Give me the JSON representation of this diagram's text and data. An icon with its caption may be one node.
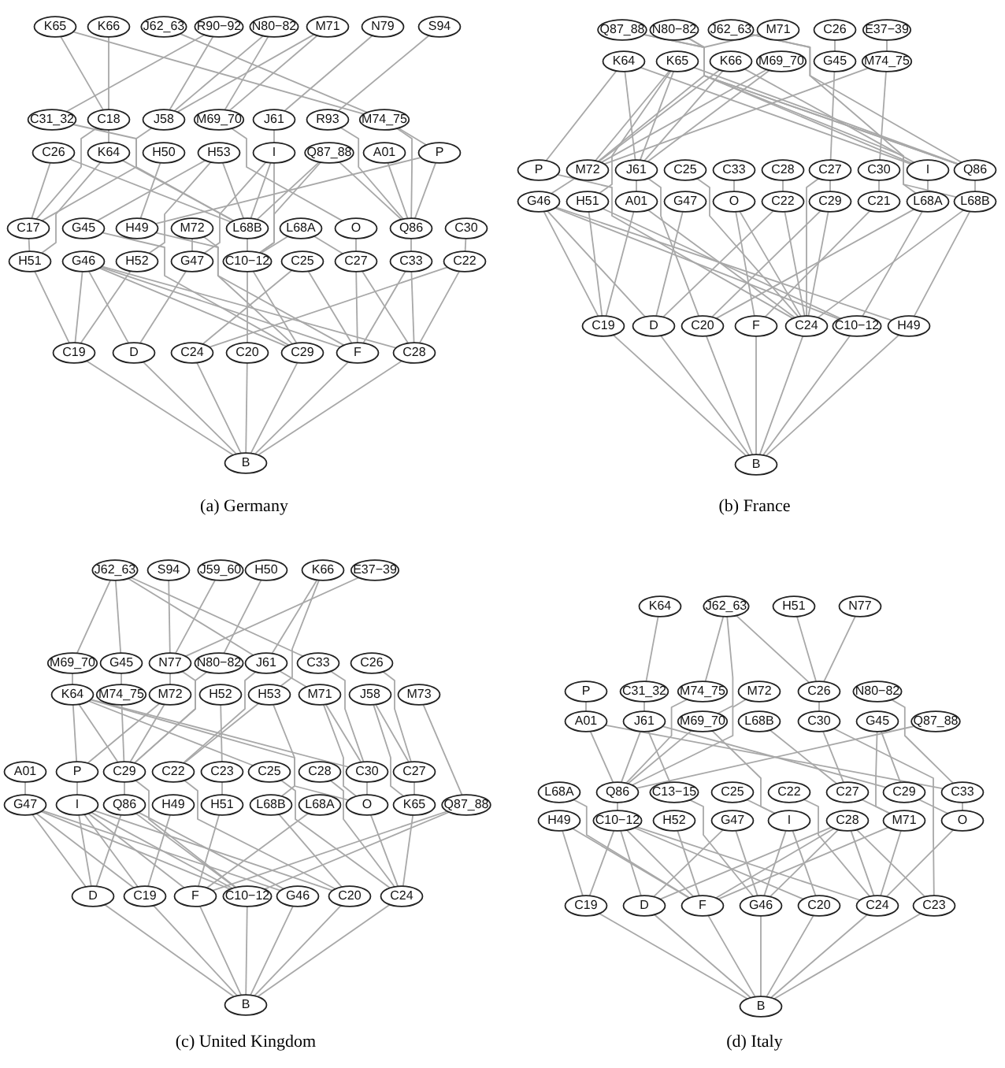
{
  "diagram": {
    "nodes": [
      {
        "text": [
          "K65"
        ]
      },
      {
        "text": [
          "K66"
        ]
      },
      {
        "text": [
          "J62_63"
        ]
      },
      {
        "text": [
          "R90−92"
        ]
      },
      {
        "text": [
          "N80−82"
        ]
      },
      {
        "text": [
          "M71"
        ]
      },
      {
        "text": [
          "N79"
        ]
      },
      {
        "text": [
          "S94"
        ]
      },
      {
        "text": [
          "C31_32"
        ]
      },
      {
        "text": [
          "C18"
        ]
      },
      {
        "text": [
          "J58"
        ]
      },
      {
        "text": [
          "M69_70"
        ]
      },
      {
        "text": [
          "J61"
        ]
      },
      {
        "text": [
          "R93"
        ]
      },
      {
        "text": [
          "M74_75"
        ]
      },
      {
        "text": [
          "C26"
        ]
      },
      {
        "text": [
          "K64"
        ]
      },
      {
        "text": [
          "H50"
        ]
      },
      {
        "text": [
          "H53"
        ]
      },
      {
        "text": [
          "I"
        ]
      },
      {
        "text": [
          "Q87_88"
        ]
      },
      {
        "text": [
          "A01"
        ]
      },
      {
        "text": [
          "P"
        ]
      },
      {
        "text": [
          "C17"
        ]
      },
      {
        "text": [
          "G45"
        ]
      },
      {
        "text": [
          "H49"
        ]
      },
      {
        "text": [
          "M72"
        ]
      },
      {
        "text": [
          "L68B"
        ]
      },
      {
        "text": [
          "L68A"
        ]
      },
      {
        "text": [
          "O"
        ]
      },
      {
        "text": [
          "Q86"
        ]
      },
      {
        "text": [
          "C30"
        ]
      },
      {
        "text": [
          "H51"
        ]
      },
      {
        "text": [
          "G46"
        ]
      },
      {
        "text": [
          "H52"
        ]
      },
      {
        "text": [
          "G47"
        ]
      },
      {
        "text": [
          "C10−12"
        ]
      },
      {
        "text": [
          "C25"
        ]
      },
      {
        "text": [
          "C27"
        ]
      },
      {
        "text": [
          "C33"
        ]
      },
      {
        "text": [
          "C22"
        ]
      },
      {
        "text": [
          "C19"
        ]
      },
      {
        "text": [
          "D"
        ]
      },
      {
        "text": [
          "C24"
        ]
      },
      {
        "text": [
          "C20"
        ]
      },
      {
        "text": [
          "C29"
        ]
      },
      {
        "text": [
          "F"
        ]
      },
      {
        "text": [
          "C28"
        ]
      },
      {
        "text": [
          "B"
        ]
      },
      {
        "text": [
          "Q87_88"
        ]
      },
      {
        "text": [
          "N80−82"
        ]
      },
      {
        "text": [
          "J62_63"
        ]
      },
      {
        "text": [
          "M71"
        ]
      },
      {
        "text": [
          "C26"
        ]
      },
      {
        "text": [
          "E37−39"
        ]
      },
      {
        "text": [
          "K64"
        ]
      },
      {
        "text": [
          "K65"
        ]
      },
      {
        "text": [
          "K66"
        ]
      },
      {
        "text": [
          "M69_70"
        ]
      },
      {
        "text": [
          "G45"
        ]
      },
      {
        "text": [
          "M74_75"
        ]
      },
      {
        "text": [
          "P"
        ]
      },
      {
        "text": [
          "M72"
        ]
      },
      {
        "text": [
          "J61"
        ]
      },
      {
        "text": [
          "C25"
        ]
      },
      {
        "text": [
          "C33"
        ]
      },
      {
        "text": [
          "C28"
        ]
      },
      {
        "text": [
          "C27"
        ]
      },
      {
        "text": [
          "C30"
        ]
      },
      {
        "text": [
          "I"
        ]
      },
      {
        "text": [
          "Q86"
        ]
      },
      {
        "text": [
          "G46"
        ]
      },
      {
        "text": [
          "H51"
        ]
      },
      {
        "text": [
          "A01"
        ]
      },
      {
        "text": [
          "G47"
        ]
      },
      {
        "text": [
          "O"
        ]
      },
      {
        "text": [
          "C22"
        ]
      },
      {
        "text": [
          "C29"
        ]
      },
      {
        "text": [
          "C21"
        ]
      },
      {
        "text": [
          "L68A"
        ]
      },
      {
        "text": [
          "L68B"
        ]
      },
      {
        "text": [
          "C19"
        ]
      },
      {
        "text": [
          "D"
        ]
      },
      {
        "text": [
          "C20"
        ]
      },
      {
        "text": [
          "F"
        ]
      },
      {
        "text": [
          "C24"
        ]
      },
      {
        "text": [
          "C10−12"
        ]
      },
      {
        "text": [
          "H49"
        ]
      },
      {
        "text": [
          "B"
        ]
      },
      {
        "text": [
          "J62_63"
        ]
      },
      {
        "text": [
          "S94"
        ]
      },
      {
        "text": [
          "J59_60"
        ]
      },
      {
        "text": [
          "H50"
        ]
      },
      {
        "text": [
          "K66"
        ]
      },
      {
        "text": [
          "E37−39"
        ]
      },
      {
        "text": [
          "M69_70"
        ]
      },
      {
        "text": [
          "G45"
        ]
      },
      {
        "text": [
          "N77"
        ]
      },
      {
        "text": [
          "N80−82"
        ]
      },
      {
        "text": [
          "J61"
        ]
      },
      {
        "text": [
          "C33"
        ]
      },
      {
        "text": [
          "C26"
        ]
      },
      {
        "text": [
          "K64"
        ]
      },
      {
        "text": [
          "M74_75"
        ]
      },
      {
        "text": [
          "M72"
        ]
      },
      {
        "text": [
          "H52"
        ]
      },
      {
        "text": [
          "H53"
        ]
      },
      {
        "text": [
          "M71"
        ]
      },
      {
        "text": [
          "J58"
        ]
      },
      {
        "text": [
          "M73"
        ]
      },
      {
        "text": [
          "A01"
        ]
      },
      {
        "text": [
          "P"
        ]
      },
      {
        "text": [
          "C29"
        ]
      },
      {
        "text": [
          "C22"
        ]
      },
      {
        "text": [
          "C23"
        ]
      },
      {
        "text": [
          "C25"
        ]
      },
      {
        "text": [
          "C28"
        ]
      },
      {
        "text": [
          "C30"
        ]
      },
      {
        "text": [
          "C27"
        ]
      },
      {
        "text": [
          "G47"
        ]
      },
      {
        "text": [
          "I"
        ]
      },
      {
        "text": [
          "Q86"
        ]
      },
      {
        "text": [
          "H49"
        ]
      },
      {
        "text": [
          "H51"
        ]
      },
      {
        "text": [
          "L68B"
        ]
      },
      {
        "text": [
          "L68A"
        ]
      },
      {
        "text": [
          "O"
        ]
      },
      {
        "text": [
          "K65"
        ]
      },
      {
        "text": [
          "Q87_88"
        ]
      },
      {
        "text": [
          "D"
        ]
      },
      {
        "text": [
          "C19"
        ]
      },
      {
        "text": [
          "F"
        ]
      },
      {
        "text": [
          "C10−12"
        ]
      },
      {
        "text": [
          "G46"
        ]
      },
      {
        "text": [
          "C20"
        ]
      },
      {
        "text": [
          "C24"
        ]
      },
      {
        "text": [
          "B"
        ]
      },
      {
        "text": [
          "K64"
        ]
      },
      {
        "text": [
          "J62_63"
        ]
      },
      {
        "text": [
          "H51"
        ]
      },
      {
        "text": [
          "N77"
        ]
      },
      {
        "text": [
          "P"
        ]
      },
      {
        "text": [
          "C31_32"
        ]
      },
      {
        "text": [
          "M74_75"
        ]
      },
      {
        "text": [
          "M72"
        ]
      },
      {
        "text": [
          "C26"
        ]
      },
      {
        "text": [
          "N80−82"
        ]
      },
      {
        "text": [
          "A01"
        ]
      },
      {
        "text": [
          "J61"
        ]
      },
      {
        "text": [
          "M69_70"
        ]
      },
      {
        "text": [
          "L68B"
        ]
      },
      {
        "text": [
          "C30"
        ]
      },
      {
        "text": [
          "G45"
        ]
      },
      {
        "text": [
          "Q87_88"
        ]
      },
      {
        "text": [
          "L68A"
        ]
      },
      {
        "text": [
          "Q86"
        ]
      },
      {
        "text": [
          "C13−15"
        ]
      },
      {
        "text": [
          "C25"
        ]
      },
      {
        "text": [
          "C22"
        ]
      },
      {
        "text": [
          "C27"
        ]
      },
      {
        "text": [
          "C29"
        ]
      },
      {
        "text": [
          "C33"
        ]
      },
      {
        "text": [
          "H49"
        ]
      },
      {
        "text": [
          "C10−12"
        ]
      },
      {
        "text": [
          "H52"
        ]
      },
      {
        "text": [
          "G47"
        ]
      },
      {
        "text": [
          "I"
        ]
      },
      {
        "text": [
          "C28"
        ]
      },
      {
        "text": [
          "M71"
        ]
      },
      {
        "text": [
          "O"
        ]
      },
      {
        "text": [
          "C19"
        ]
      },
      {
        "text": [
          "D"
        ]
      },
      {
        "text": [
          "F"
        ]
      },
      {
        "text": [
          "G46"
        ]
      },
      {
        "text": [
          "C20"
        ]
      },
      {
        "text": [
          "C24"
        ]
      },
      {
        "text": [
          "C23"
        ]
      },
      {
        "text": [
          "B"
        ]
      }
    ],
    "edges": [
      {
        "from": 0,
        "to": 9,
        "arrow": "none"
      },
      {
        "from": 0,
        "to": 14,
        "arrow": "none"
      },
      {
        "from": 1,
        "to": 9,
        "arrow": "none"
      },
      {
        "from": 2,
        "to": 14,
        "arrow": "none"
      },
      {
        "from": 3,
        "to": 8,
        "arrow": "none"
      },
      {
        "from": 3,
        "to": 10,
        "arrow": "none"
      },
      {
        "from": 4,
        "to": 10,
        "arrow": "none"
      },
      {
        "from": 4,
        "to": 11,
        "arrow": "none"
      },
      {
        "from": 5,
        "to": 10,
        "arrow": "none"
      },
      {
        "from": 5,
        "to": 11,
        "arrow": "none"
      },
      {
        "from": 6,
        "to": 12,
        "arrow": "none"
      },
      {
        "from": 7,
        "to": 13,
        "arrow": "none"
      },
      {
        "from": 8,
        "to": 27,
        "arrow": "none"
      },
      {
        "from": 9,
        "to": 16,
        "arrow": "none"
      },
      {
        "from": 9,
        "to": 23,
        "arrow": "none"
      },
      {
        "from": 10,
        "to": 23,
        "arrow": "none"
      },
      {
        "from": 11,
        "to": 29,
        "arrow": "none"
      },
      {
        "from": 12,
        "to": 19,
        "arrow": "none"
      },
      {
        "from": 13,
        "to": 30,
        "arrow": "none"
      },
      {
        "from": 14,
        "to": 22,
        "arrow": "none"
      },
      {
        "from": 14,
        "to": 30,
        "arrow": "none"
      },
      {
        "from": 15,
        "to": 23,
        "arrow": "none"
      },
      {
        "from": 15,
        "to": 27,
        "arrow": "none"
      },
      {
        "from": 16,
        "to": 27,
        "arrow": "none"
      },
      {
        "from": 16,
        "to": 32,
        "arrow": "none"
      },
      {
        "from": 17,
        "to": 25,
        "arrow": "none"
      },
      {
        "from": 18,
        "to": 24,
        "arrow": "none"
      },
      {
        "from": 18,
        "to": 27,
        "arrow": "none"
      },
      {
        "from": 18,
        "to": 34,
        "arrow": "none"
      },
      {
        "from": 19,
        "to": 27,
        "arrow": "none"
      },
      {
        "from": 19,
        "to": 36,
        "arrow": "none"
      },
      {
        "from": 19,
        "to": 35,
        "arrow": "none"
      },
      {
        "from": 20,
        "to": 27,
        "arrow": "none"
      },
      {
        "from": 20,
        "to": 36,
        "arrow": "none"
      },
      {
        "from": 20,
        "to": 30,
        "arrow": "none"
      },
      {
        "from": 21,
        "to": 30,
        "arrow": "none"
      },
      {
        "from": 22,
        "to": 30,
        "arrow": "none"
      },
      {
        "from": 22,
        "to": 25,
        "arrow": "none"
      },
      {
        "from": 23,
        "to": 32,
        "arrow": "none"
      },
      {
        "from": 24,
        "to": 45,
        "arrow": "none"
      },
      {
        "from": 25,
        "to": 46,
        "arrow": "none"
      },
      {
        "from": 26,
        "to": 35,
        "arrow": "none"
      },
      {
        "from": 26,
        "to": 45,
        "arrow": "none"
      },
      {
        "from": 27,
        "to": 36,
        "arrow": "none"
      },
      {
        "from": 28,
        "to": 38,
        "arrow": "none"
      },
      {
        "from": 28,
        "to": 36,
        "arrow": "none"
      },
      {
        "from": 29,
        "to": 38,
        "arrow": "none"
      },
      {
        "from": 30,
        "to": 39,
        "arrow": "none"
      },
      {
        "from": 31,
        "to": 40,
        "arrow": "none"
      },
      {
        "from": 32,
        "to": 41,
        "arrow": "none"
      },
      {
        "from": 33,
        "to": 41,
        "arrow": "none"
      },
      {
        "from": 33,
        "to": 42,
        "arrow": "none"
      },
      {
        "from": 33,
        "to": 45,
        "arrow": "none"
      },
      {
        "from": 33,
        "to": 46,
        "arrow": "none"
      },
      {
        "from": 33,
        "to": 47,
        "arrow": "none"
      },
      {
        "from": 34,
        "to": 41,
        "arrow": "none"
      },
      {
        "from": 35,
        "to": 42,
        "arrow": "none"
      },
      {
        "from": 36,
        "to": 44,
        "arrow": "none"
      },
      {
        "from": 36,
        "to": 45,
        "arrow": "none"
      },
      {
        "from": 37,
        "to": 46,
        "arrow": "none"
      },
      {
        "from": 37,
        "to": 43,
        "arrow": "none"
      },
      {
        "from": 38,
        "to": 46,
        "arrow": "none"
      },
      {
        "from": 38,
        "to": 47,
        "arrow": "none"
      },
      {
        "from": 39,
        "to": 46,
        "arrow": "none"
      },
      {
        "from": 39,
        "to": 47,
        "arrow": "none"
      },
      {
        "from": 40,
        "to": 47,
        "arrow": "none"
      },
      {
        "from": 40,
        "to": 43,
        "arrow": "none"
      },
      {
        "from": 41,
        "to": 48,
        "arrow": "none"
      },
      {
        "from": 42,
        "to": 48,
        "arrow": "none"
      },
      {
        "from": 43,
        "to": 48,
        "arrow": "none"
      },
      {
        "from": 44,
        "to": 48,
        "arrow": "none"
      },
      {
        "from": 45,
        "to": 48,
        "arrow": "none"
      },
      {
        "from": 46,
        "to": 48,
        "arrow": "none"
      },
      {
        "from": 47,
        "to": 48,
        "arrow": "none"
      },
      {
        "from": 49,
        "to": 70,
        "arrow": "none"
      },
      {
        "from": 49,
        "to": 80,
        "arrow": "none"
      },
      {
        "from": 50,
        "to": 70,
        "arrow": "none"
      },
      {
        "from": 50,
        "to": 69,
        "arrow": "none"
      },
      {
        "from": 51,
        "to": 70,
        "arrow": "none"
      },
      {
        "from": 51,
        "to": 79,
        "arrow": "none"
      },
      {
        "from": 52,
        "to": 62,
        "arrow": "none"
      },
      {
        "from": 53,
        "to": 59,
        "arrow": "none"
      },
      {
        "from": 54,
        "to": 60,
        "arrow": "none"
      },
      {
        "from": 55,
        "to": 61,
        "arrow": "none"
      },
      {
        "from": 55,
        "to": 63,
        "arrow": "none"
      },
      {
        "from": 55,
        "to": 69,
        "arrow": "none"
      },
      {
        "from": 56,
        "to": 62,
        "arrow": "none"
      },
      {
        "from": 56,
        "to": 63,
        "arrow": "none"
      },
      {
        "from": 56,
        "to": 72,
        "arrow": "none"
      },
      {
        "from": 56,
        "to": 70,
        "arrow": "none"
      },
      {
        "from": 57,
        "to": 62,
        "arrow": "none"
      },
      {
        "from": 57,
        "to": 63,
        "arrow": "none"
      },
      {
        "from": 57,
        "to": 69,
        "arrow": "none"
      },
      {
        "from": 58,
        "to": 62,
        "arrow": "none"
      },
      {
        "from": 58,
        "to": 63,
        "arrow": "none"
      },
      {
        "from": 59,
        "to": 67,
        "arrow": "none"
      },
      {
        "from": 60,
        "to": 68,
        "arrow": "none"
      },
      {
        "from": 60,
        "to": 62,
        "arrow": "none"
      },
      {
        "from": 61,
        "to": 85,
        "arrow": "none"
      },
      {
        "from": 62,
        "to": 71,
        "arrow": "none"
      },
      {
        "from": 63,
        "to": 73,
        "arrow": "none"
      },
      {
        "from": 63,
        "to": 83,
        "arrow": "none"
      },
      {
        "from": 64,
        "to": 85,
        "arrow": "none"
      },
      {
        "from": 65,
        "to": 75,
        "arrow": "none"
      },
      {
        "from": 66,
        "to": 76,
        "arrow": "none"
      },
      {
        "from": 67,
        "to": 77,
        "arrow": "none"
      },
      {
        "from": 67,
        "to": 85,
        "arrow": "none"
      },
      {
        "from": 68,
        "to": 78,
        "arrow": "none"
      },
      {
        "from": 69,
        "to": 79,
        "arrow": "none"
      },
      {
        "from": 70,
        "to": 80,
        "arrow": "none"
      },
      {
        "from": 71,
        "to": 81,
        "arrow": "none"
      },
      {
        "from": 71,
        "to": 82,
        "arrow": "none"
      },
      {
        "from": 71,
        "to": 86,
        "arrow": "none"
      },
      {
        "from": 71,
        "to": 87,
        "arrow": "none"
      },
      {
        "from": 72,
        "to": 81,
        "arrow": "none"
      },
      {
        "from": 72,
        "to": 86,
        "arrow": "none"
      },
      {
        "from": 73,
        "to": 81,
        "arrow": "none"
      },
      {
        "from": 73,
        "to": 85,
        "arrow": "none"
      },
      {
        "from": 74,
        "to": 82,
        "arrow": "none"
      },
      {
        "from": 75,
        "to": 84,
        "arrow": "none"
      },
      {
        "from": 75,
        "to": 85,
        "arrow": "none"
      },
      {
        "from": 76,
        "to": 82,
        "arrow": "none"
      },
      {
        "from": 76,
        "to": 85,
        "arrow": "none"
      },
      {
        "from": 77,
        "to": 85,
        "arrow": "none"
      },
      {
        "from": 77,
        "to": 83,
        "arrow": "none"
      },
      {
        "from": 78,
        "to": 84,
        "arrow": "none"
      },
      {
        "from": 79,
        "to": 86,
        "arrow": "none"
      },
      {
        "from": 79,
        "to": 83,
        "arrow": "none"
      },
      {
        "from": 80,
        "to": 87,
        "arrow": "none"
      },
      {
        "from": 80,
        "to": 85,
        "arrow": "none"
      },
      {
        "from": 81,
        "to": 88,
        "arrow": "none"
      },
      {
        "from": 82,
        "to": 88,
        "arrow": "none"
      },
      {
        "from": 83,
        "to": 88,
        "arrow": "none"
      },
      {
        "from": 84,
        "to": 88,
        "arrow": "none"
      },
      {
        "from": 85,
        "to": 88,
        "arrow": "none"
      },
      {
        "from": 86,
        "to": 88,
        "arrow": "none"
      },
      {
        "from": 87,
        "to": 88,
        "arrow": "none"
      },
      {
        "from": 89,
        "to": 95,
        "arrow": "none"
      },
      {
        "from": 89,
        "to": 96,
        "arrow": "none"
      },
      {
        "from": 89,
        "to": 99,
        "arrow": "none"
      },
      {
        "from": 89,
        "to": 100,
        "arrow": "none"
      },
      {
        "from": 90,
        "to": 97,
        "arrow": "none"
      },
      {
        "from": 91,
        "to": 97,
        "arrow": "none"
      },
      {
        "from": 92,
        "to": 98,
        "arrow": "none"
      },
      {
        "from": 93,
        "to": 99,
        "arrow": "none"
      },
      {
        "from": 93,
        "to": 106,
        "arrow": "none"
      },
      {
        "from": 94,
        "to": 97,
        "arrow": "none"
      },
      {
        "from": 95,
        "to": 102,
        "arrow": "none"
      },
      {
        "from": 96,
        "to": 103,
        "arrow": "none"
      },
      {
        "from": 97,
        "to": 104,
        "arrow": "none"
      },
      {
        "from": 97,
        "to": 112,
        "arrow": "none"
      },
      {
        "from": 98,
        "to": 112,
        "arrow": "none"
      },
      {
        "from": 99,
        "to": 107,
        "arrow": "none"
      },
      {
        "from": 99,
        "to": 113,
        "arrow": "none"
      },
      {
        "from": 100,
        "to": 117,
        "arrow": "none"
      },
      {
        "from": 101,
        "to": 118,
        "arrow": "none"
      },
      {
        "from": 102,
        "to": 111,
        "arrow": "none"
      },
      {
        "from": 102,
        "to": 112,
        "arrow": "none"
      },
      {
        "from": 102,
        "to": 115,
        "arrow": "none"
      },
      {
        "from": 102,
        "to": 117,
        "arrow": "none"
      },
      {
        "from": 102,
        "to": 126,
        "arrow": "none"
      },
      {
        "from": 103,
        "to": 112,
        "arrow": "none"
      },
      {
        "from": 104,
        "to": 111,
        "arrow": "none"
      },
      {
        "from": 104,
        "to": 112,
        "arrow": "none"
      },
      {
        "from": 105,
        "to": 114,
        "arrow": "none"
      },
      {
        "from": 106,
        "to": 113,
        "arrow": "none"
      },
      {
        "from": 106,
        "to": 124,
        "arrow": "none"
      },
      {
        "from": 107,
        "to": 117,
        "arrow": "none"
      },
      {
        "from": 107,
        "to": 126,
        "arrow": "none"
      },
      {
        "from": 108,
        "to": 118,
        "arrow": "none"
      },
      {
        "from": 108,
        "to": 127,
        "arrow": "none"
      },
      {
        "from": 109,
        "to": 128,
        "arrow": "none"
      },
      {
        "from": 110,
        "to": 119,
        "arrow": "none"
      },
      {
        "from": 111,
        "to": 120,
        "arrow": "none"
      },
      {
        "from": 112,
        "to": 121,
        "arrow": "none"
      },
      {
        "from": 112,
        "to": 132,
        "arrow": "none"
      },
      {
        "from": 113,
        "to": 134,
        "arrow": "none"
      },
      {
        "from": 114,
        "to": 123,
        "arrow": "none"
      },
      {
        "from": 115,
        "to": 135,
        "arrow": "none"
      },
      {
        "from": 116,
        "to": 135,
        "arrow": "none"
      },
      {
        "from": 117,
        "to": 126,
        "arrow": "none"
      },
      {
        "from": 118,
        "to": 127,
        "arrow": "none"
      },
      {
        "from": 119,
        "to": 129,
        "arrow": "none"
      },
      {
        "from": 119,
        "to": 130,
        "arrow": "none"
      },
      {
        "from": 119,
        "to": 132,
        "arrow": "none"
      },
      {
        "from": 119,
        "to": 133,
        "arrow": "none"
      },
      {
        "from": 120,
        "to": 129,
        "arrow": "none"
      },
      {
        "from": 120,
        "to": 130,
        "arrow": "none"
      },
      {
        "from": 120,
        "to": 131,
        "arrow": "none"
      },
      {
        "from": 120,
        "to": 132,
        "arrow": "none"
      },
      {
        "from": 120,
        "to": 134,
        "arrow": "none"
      },
      {
        "from": 121,
        "to": 129,
        "arrow": "none"
      },
      {
        "from": 121,
        "to": 132,
        "arrow": "none"
      },
      {
        "from": 121,
        "to": 133,
        "arrow": "none"
      },
      {
        "from": 122,
        "to": 130,
        "arrow": "none"
      },
      {
        "from": 123,
        "to": 131,
        "arrow": "none"
      },
      {
        "from": 124,
        "to": 134,
        "arrow": "none"
      },
      {
        "from": 125,
        "to": 131,
        "arrow": "none"
      },
      {
        "from": 126,
        "to": 135,
        "arrow": "none"
      },
      {
        "from": 127,
        "to": 135,
        "arrow": "none"
      },
      {
        "from": 128,
        "to": 131,
        "arrow": "none"
      },
      {
        "from": 128,
        "to": 132,
        "arrow": "none"
      },
      {
        "from": 129,
        "to": 136,
        "arrow": "none"
      },
      {
        "from": 130,
        "to": 136,
        "arrow": "none"
      },
      {
        "from": 131,
        "to": 136,
        "arrow": "none"
      },
      {
        "from": 132,
        "to": 136,
        "arrow": "none"
      },
      {
        "from": 133,
        "to": 136,
        "arrow": "none"
      },
      {
        "from": 134,
        "to": 136,
        "arrow": "none"
      },
      {
        "from": 135,
        "to": 136,
        "arrow": "none"
      },
      {
        "from": 137,
        "to": 142,
        "arrow": "none"
      },
      {
        "from": 138,
        "to": 143,
        "arrow": "none"
      },
      {
        "from": 138,
        "to": 149,
        "arrow": "none"
      },
      {
        "from": 138,
        "to": 145,
        "arrow": "none"
      },
      {
        "from": 139,
        "to": 145,
        "arrow": "none"
      },
      {
        "from": 140,
        "to": 145,
        "arrow": "none"
      },
      {
        "from": 141,
        "to": 147,
        "arrow": "none"
      },
      {
        "from": 142,
        "to": 148,
        "arrow": "none"
      },
      {
        "from": 143,
        "to": 155,
        "arrow": "none"
      },
      {
        "from": 144,
        "to": 155,
        "arrow": "none"
      },
      {
        "from": 145,
        "to": 151,
        "arrow": "none"
      },
      {
        "from": 146,
        "to": 161,
        "arrow": "none"
      },
      {
        "from": 147,
        "to": 155,
        "arrow": "none"
      },
      {
        "from": 147,
        "to": 161,
        "arrow": "none"
      },
      {
        "from": 148,
        "to": 155,
        "arrow": "none"
      },
      {
        "from": 148,
        "to": 156,
        "arrow": "none"
      },
      {
        "from": 148,
        "to": 160,
        "arrow": "none"
      },
      {
        "from": 149,
        "to": 155,
        "arrow": "none"
      },
      {
        "from": 149,
        "to": 166,
        "arrow": "none"
      },
      {
        "from": 150,
        "to": 159,
        "arrow": "none"
      },
      {
        "from": 151,
        "to": 159,
        "arrow": "none"
      },
      {
        "from": 151,
        "to": 169,
        "arrow": "none"
      },
      {
        "from": 152,
        "to": 160,
        "arrow": "none"
      },
      {
        "from": 152,
        "to": 168,
        "arrow": "none"
      },
      {
        "from": 153,
        "to": 155,
        "arrow": "none"
      },
      {
        "from": 154,
        "to": 172,
        "arrow": "none"
      },
      {
        "from": 155,
        "to": 163,
        "arrow": "none"
      },
      {
        "from": 156,
        "to": 173,
        "arrow": "none"
      },
      {
        "from": 157,
        "to": 166,
        "arrow": "none"
      },
      {
        "from": 158,
        "to": 175,
        "arrow": "none"
      },
      {
        "from": 159,
        "to": 168,
        "arrow": "none"
      },
      {
        "from": 160,
        "to": 176,
        "arrow": "none"
      },
      {
        "from": 161,
        "to": 169,
        "arrow": "none"
      },
      {
        "from": 162,
        "to": 170,
        "arrow": "none"
      },
      {
        "from": 162,
        "to": 172,
        "arrow": "none"
      },
      {
        "from": 163,
        "to": 170,
        "arrow": "none"
      },
      {
        "from": 163,
        "to": 171,
        "arrow": "none"
      },
      {
        "from": 163,
        "to": 172,
        "arrow": "none"
      },
      {
        "from": 163,
        "to": 174,
        "arrow": "none"
      },
      {
        "from": 163,
        "to": 175,
        "arrow": "none"
      },
      {
        "from": 164,
        "to": 172,
        "arrow": "none"
      },
      {
        "from": 165,
        "to": 173,
        "arrow": "none"
      },
      {
        "from": 165,
        "to": 171,
        "arrow": "none"
      },
      {
        "from": 166,
        "to": 173,
        "arrow": "none"
      },
      {
        "from": 166,
        "to": 174,
        "arrow": "none"
      },
      {
        "from": 167,
        "to": 171,
        "arrow": "none"
      },
      {
        "from": 167,
        "to": 172,
        "arrow": "none"
      },
      {
        "from": 167,
        "to": 173,
        "arrow": "none"
      },
      {
        "from": 167,
        "to": 175,
        "arrow": "none"
      },
      {
        "from": 167,
        "to": 176,
        "arrow": "none"
      },
      {
        "from": 168,
        "to": 175,
        "arrow": "none"
      },
      {
        "from": 168,
        "to": 172,
        "arrow": "none"
      },
      {
        "from": 169,
        "to": 175,
        "arrow": "none"
      },
      {
        "from": 170,
        "to": 177,
        "arrow": "none"
      },
      {
        "from": 171,
        "to": 177,
        "arrow": "none"
      },
      {
        "from": 172,
        "to": 177,
        "arrow": "none"
      },
      {
        "from": 173,
        "to": 177,
        "arrow": "none"
      },
      {
        "from": 174,
        "to": 177,
        "arrow": "none"
      },
      {
        "from": 175,
        "to": 177,
        "arrow": "none"
      },
      {
        "from": 176,
        "to": 177,
        "arrow": "none"
      }
    ],
    "labels": [
      "(a) Germany",
      "(b) France",
      "(c) United Kingdom",
      "(d) Italy"
    ]
  }
}
